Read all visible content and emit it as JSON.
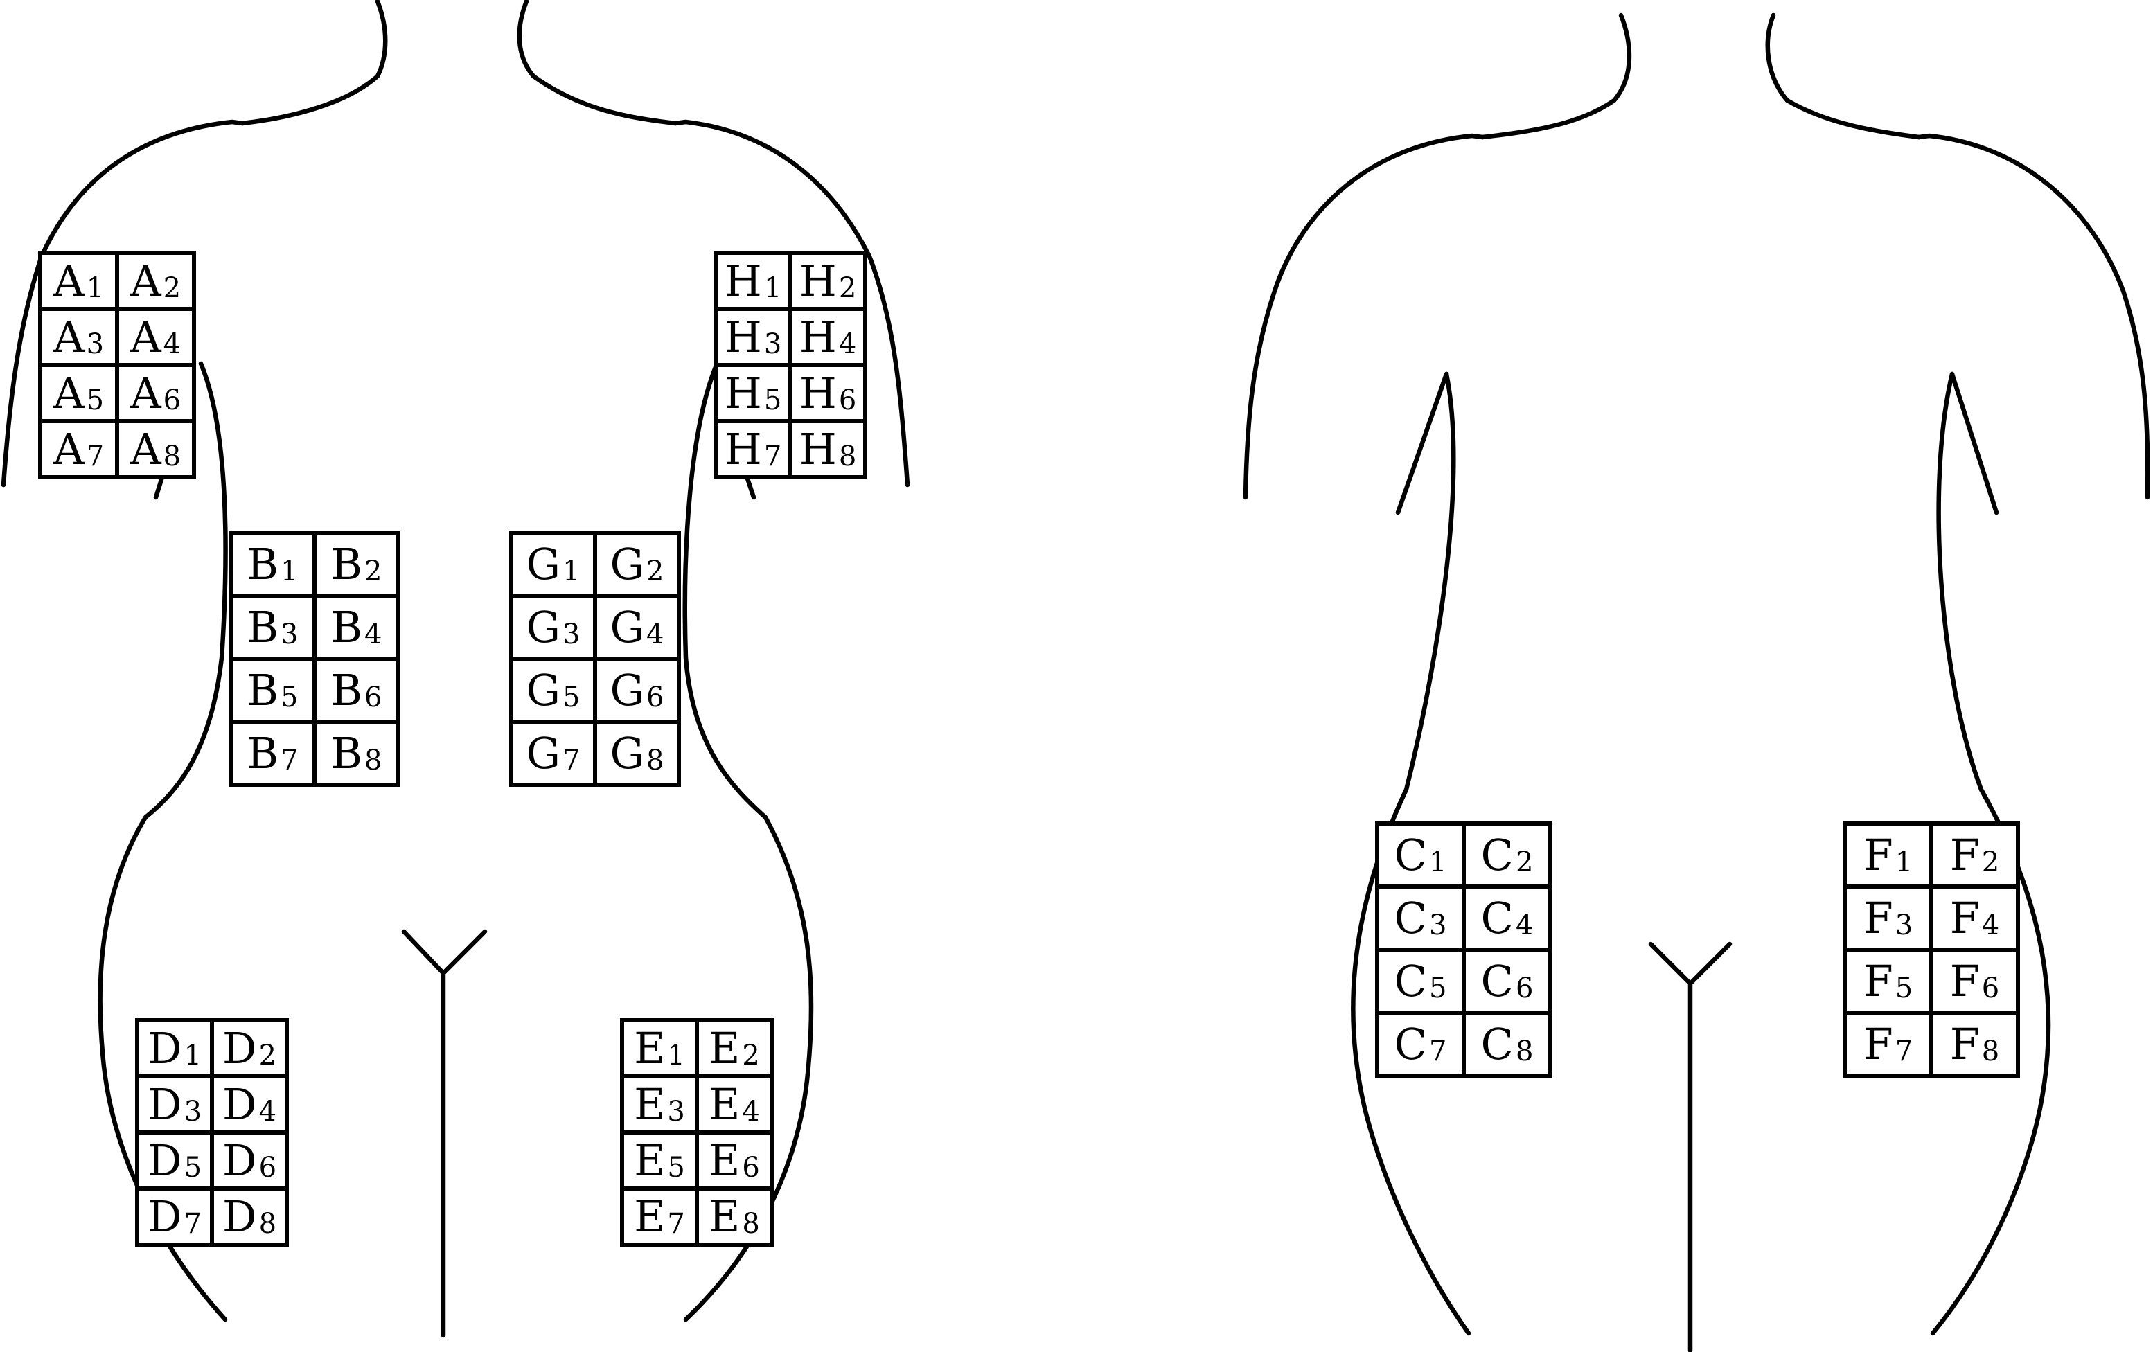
{
  "colors": {
    "line": "#000000",
    "background": "#ffffff"
  },
  "grids": [
    {
      "id": "A",
      "cells": [
        [
          "A",
          "1"
        ],
        [
          "A",
          "2"
        ],
        [
          "A",
          "3"
        ],
        [
          "A",
          "4"
        ],
        [
          "A",
          "5"
        ],
        [
          "A",
          "6"
        ],
        [
          "A",
          "7"
        ],
        [
          "A",
          "8"
        ]
      ]
    },
    {
      "id": "H",
      "cells": [
        [
          "H",
          "1"
        ],
        [
          "H",
          "2"
        ],
        [
          "H",
          "3"
        ],
        [
          "H",
          "4"
        ],
        [
          "H",
          "5"
        ],
        [
          "H",
          "6"
        ],
        [
          "H",
          "7"
        ],
        [
          "H",
          "8"
        ]
      ]
    },
    {
      "id": "B",
      "cells": [
        [
          "B",
          "1"
        ],
        [
          "B",
          "2"
        ],
        [
          "B",
          "3"
        ],
        [
          "B",
          "4"
        ],
        [
          "B",
          "5"
        ],
        [
          "B",
          "6"
        ],
        [
          "B",
          "7"
        ],
        [
          "B",
          "8"
        ]
      ]
    },
    {
      "id": "G",
      "cells": [
        [
          "G",
          "1"
        ],
        [
          "G",
          "2"
        ],
        [
          "G",
          "3"
        ],
        [
          "G",
          "4"
        ],
        [
          "G",
          "5"
        ],
        [
          "G",
          "6"
        ],
        [
          "G",
          "7"
        ],
        [
          "G",
          "8"
        ]
      ]
    },
    {
      "id": "D",
      "cells": [
        [
          "D",
          "1"
        ],
        [
          "D",
          "2"
        ],
        [
          "D",
          "3"
        ],
        [
          "D",
          "4"
        ],
        [
          "D",
          "5"
        ],
        [
          "D",
          "6"
        ],
        [
          "D",
          "7"
        ],
        [
          "D",
          "8"
        ]
      ]
    },
    {
      "id": "E",
      "cells": [
        [
          "E",
          "1"
        ],
        [
          "E",
          "2"
        ],
        [
          "E",
          "3"
        ],
        [
          "E",
          "4"
        ],
        [
          "E",
          "5"
        ],
        [
          "E",
          "6"
        ],
        [
          "E",
          "7"
        ],
        [
          "E",
          "8"
        ]
      ]
    },
    {
      "id": "C",
      "cells": [
        [
          "C",
          "1"
        ],
        [
          "C",
          "2"
        ],
        [
          "C",
          "3"
        ],
        [
          "C",
          "4"
        ],
        [
          "C",
          "5"
        ],
        [
          "C",
          "6"
        ],
        [
          "C",
          "7"
        ],
        [
          "C",
          "8"
        ]
      ]
    },
    {
      "id": "F",
      "cells": [
        [
          "F",
          "1"
        ],
        [
          "F",
          "2"
        ],
        [
          "F",
          "3"
        ],
        [
          "F",
          "4"
        ],
        [
          "F",
          "5"
        ],
        [
          "F",
          "6"
        ],
        [
          "F",
          "7"
        ],
        [
          "F",
          "8"
        ]
      ]
    }
  ]
}
